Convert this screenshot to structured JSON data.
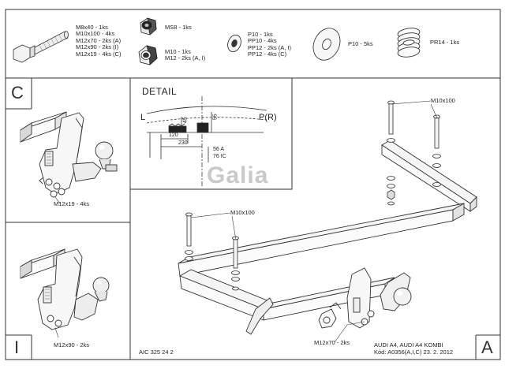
{
  "hardware": {
    "bolts": [
      "M8x40 - 1ks",
      "M10x100 - 4ks",
      "M12x70 - 2ks (A)",
      "M12x90 - 2ks (I)",
      "M12x19 - 4ks (C)"
    ],
    "ms8": "MS8 - 1ks",
    "nuts": [
      "M10 - 1ks",
      "M12 - 2ks (A, I)"
    ],
    "washers": [
      "P10 - 1ks",
      "PP10 - 4ks",
      "PP12 - 2ks (A, I)",
      "PP12 - 4ks (C)"
    ],
    "big_washer": "P10 - 5ks",
    "spring": "PR14 - 1ks"
  },
  "panels": {
    "c_letter": "C",
    "i_letter": "I",
    "a_letter": "A",
    "c_callout": "M12x19 - 4ks",
    "i_callout": "M12x90 - 2ks"
  },
  "detail": {
    "title": "DETAIL",
    "left": "L",
    "right": "P(R)",
    "dim_45": "45",
    "dim_55": "55",
    "dim_120": "120",
    "dim_230": "230",
    "dim_56a": "56 A",
    "dim_76ic": "76 IC"
  },
  "watermark": "Galia",
  "main": {
    "callout_top": "M10x100",
    "callout_mid": "M10x100",
    "callout_bottom": "M12x70 - 2ks"
  },
  "footer": {
    "code": "AIC 325 24 2",
    "car": "AUDI A4, AUDI A4 KOMBI",
    "kod": "Kód: A0356(A,I,C)   23. 2. 2012"
  }
}
